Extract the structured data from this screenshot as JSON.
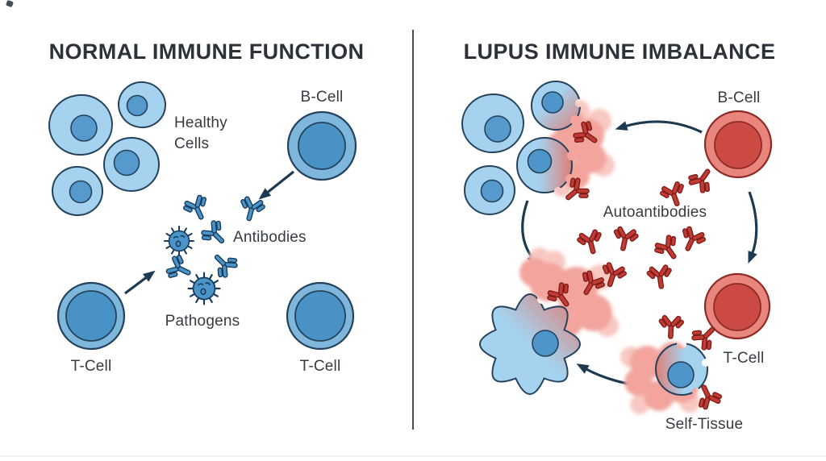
{
  "left_panel": {
    "title": "NORMAL IMMUNE FUNCTION",
    "labels": {
      "healthy_cells": "Healthy Cells",
      "b_cell": "B-Cell",
      "antibodies": "Antibodies",
      "pathogens": "Pathogens",
      "t_cell_left": "T-Cell",
      "t_cell_right": "T-Cell"
    }
  },
  "right_panel": {
    "title": "LUPUS IMMUNE IMBALANCE",
    "labels": {
      "b_cell": "B-Cell",
      "autoantibodies": "Autoantibodies",
      "t_cell": "T-Cell",
      "self_tissue": "Self-Tissue"
    }
  },
  "colors": {
    "background": "#FFFFFF",
    "title_text": "#2D3238",
    "label_text": "#363C42",
    "healthy_cell_body": "#A5D2EE",
    "cell_nucleus": "#4E96C9",
    "cell_outline": "#25425C",
    "immune_cell_ring_blue": "#7FB6DC",
    "immune_cell_core_blue": "#4892C5",
    "antibody_blue": "#4A94C8",
    "lupus_cell_ring_red": "#E8867E",
    "lupus_cell_core_red": "#CB4A43",
    "red_outline": "#8E2A23",
    "autoantibody_red": "#C23B35",
    "inflammation_pink": "#F2A49D",
    "inflammation_pink_light": "#F8C8C2",
    "arrow": "#1E3A50"
  }
}
